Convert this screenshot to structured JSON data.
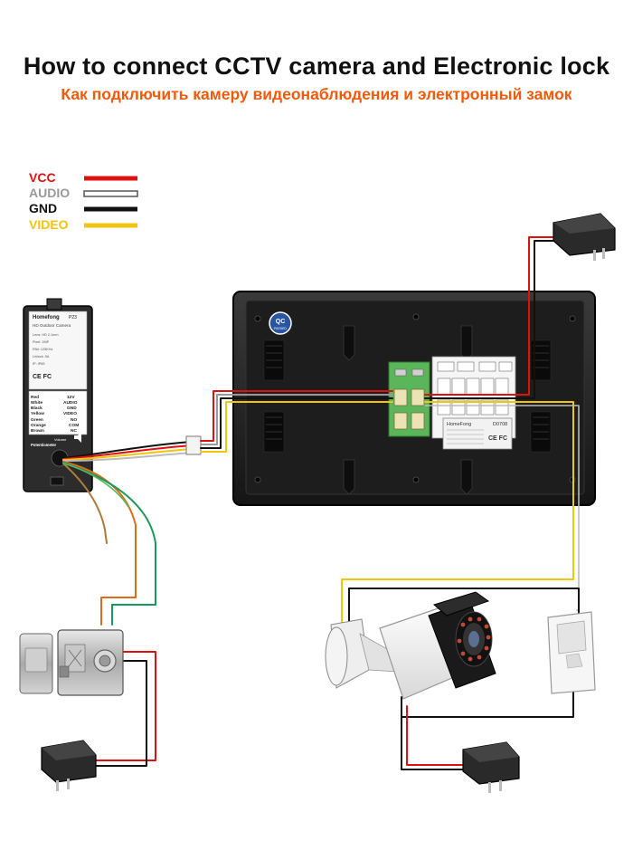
{
  "title_en": "How to connect CCTV camera and Electronic lock",
  "title_ru": "Как подключить камеру видеонаблюдения и электронный замок",
  "legend": [
    {
      "label": "VCC",
      "color": "#e01010"
    },
    {
      "label": "AUDIO",
      "color": "#999999"
    },
    {
      "label": "GND",
      "color": "#111111"
    },
    {
      "label": "VIDEO",
      "color": "#f2c40a"
    }
  ],
  "outdoor_unit": {
    "brand": "Homefong",
    "model": "P23",
    "subtitle": "HD Outdoor Camera",
    "spec_lines": [
      "Lens: HD 2.1mm",
      "Pixel: 2MP",
      "Rfid: 125KHz",
      "Unlock: 5A",
      "IP: IP65"
    ],
    "ce_fc": "CE FC",
    "wire_rows": [
      [
        "Red",
        "12V"
      ],
      [
        "White",
        "AUDIO"
      ],
      [
        "Black",
        "GND"
      ],
      [
        "Yellow",
        "VIDEO"
      ],
      [
        "Green",
        "NO"
      ],
      [
        "Orange",
        "COM"
      ],
      [
        "Brown",
        "NC"
      ]
    ],
    "volume_label": "Volume",
    "pot_label": "Potentiometer"
  },
  "monitor": {
    "qc_badge": "QC PASSED",
    "brand": "HomeFong",
    "model": "D0708",
    "ce_fc": "CE FC"
  }
}
